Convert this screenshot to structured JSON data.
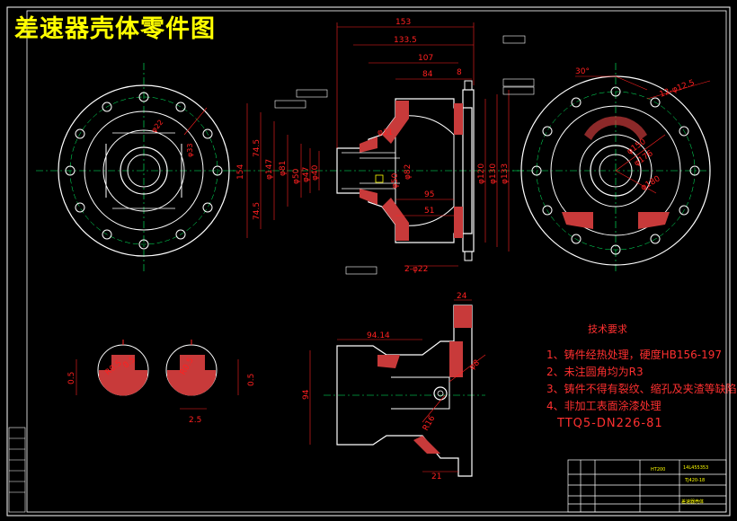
{
  "title": "差速器壳体零件图",
  "technical_requirements": {
    "heading": "技术要求",
    "items": [
      "1、铸件经热处理，硬度HB156-197",
      "2、未注圆角均为R3",
      "3、铸件不得有裂纹、缩孔及夹渣等缺陷",
      "4、非加工表面涂漆处理"
    ],
    "standard": "TTQ5-DN226-81"
  },
  "dimensions": {
    "top": [
      "153",
      "133.5",
      "107",
      "84",
      "8"
    ],
    "left_vertical": [
      "154",
      "74.5",
      "74.5",
      "φ147",
      "φ81",
      "φ50",
      "φ47",
      "φ40"
    ],
    "inner": [
      "φ11",
      "φ50",
      "φ82",
      "95",
      "51",
      "φ120",
      "φ130",
      "φ133"
    ],
    "bottom": [
      "2-φ22"
    ],
    "right_view": [
      "30°",
      "12-φ12.5",
      "φ150",
      "φ176",
      "φ180"
    ],
    "left_view": [
      "φ22",
      "φ33"
    ],
    "lower_section": [
      "94.14",
      "94",
      "24",
      "21",
      "φ8",
      "R16"
    ],
    "small_sections": [
      "0.5",
      "R0.5",
      "0.5",
      "R0.5",
      "2.5",
      "0.5"
    ]
  },
  "title_block": {
    "drawing_no": "TJ420-18",
    "part_name": "差速器壳体",
    "code": "14L455353",
    "material": "HT200"
  },
  "colors": {
    "background": "#000000",
    "outline": "#ffffff",
    "dimension": "#ff2020",
    "centerline": "#00ff66",
    "hatch": "#d04040",
    "title": "#ffff00",
    "border": "#ffffff"
  }
}
